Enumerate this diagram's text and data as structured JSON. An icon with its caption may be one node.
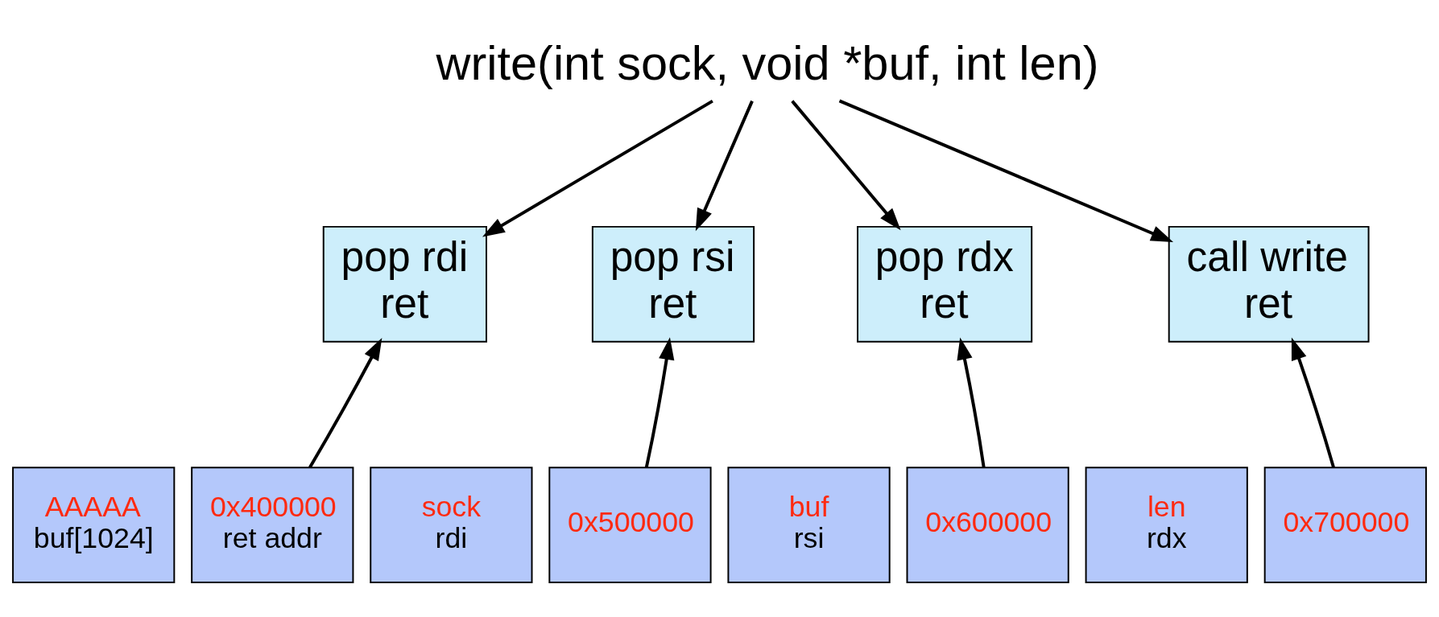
{
  "diagram": {
    "nodes": [
      {
        "text": [
          "write(int sock, void *buf, int len)"
        ]
      },
      {
        "text": [
          "pop rdi",
          "ret"
        ]
      },
      {
        "text": [
          "pop rsi",
          "ret"
        ]
      },
      {
        "text": [
          "pop rdx",
          "ret"
        ]
      },
      {
        "text": [
          "call write",
          "ret"
        ]
      },
      {
        "text": [
          "AAAAA",
          "buf[1024]"
        ]
      },
      {
        "text": [
          "0x400000",
          "ret addr"
        ]
      },
      {
        "text": [
          "sock",
          "rdi"
        ]
      },
      {
        "text": [
          "0x500000"
        ]
      },
      {
        "text": [
          "buf",
          "rsi"
        ]
      },
      {
        "text": [
          "0x600000"
        ]
      },
      {
        "text": [
          "len",
          "rdx"
        ]
      },
      {
        "text": [
          "0x700000"
        ]
      }
    ],
    "edges": [
      {
        "from": 0,
        "to": 1,
        "arrow": "to"
      },
      {
        "from": 0,
        "to": 2,
        "arrow": "to"
      },
      {
        "from": 0,
        "to": 3,
        "arrow": "to"
      },
      {
        "from": 0,
        "to": 4,
        "arrow": "to"
      },
      {
        "from": 6,
        "to": 1,
        "arrow": "to"
      },
      {
        "from": 8,
        "to": 2,
        "arrow": "to"
      },
      {
        "from": 10,
        "to": 3,
        "arrow": "to"
      },
      {
        "from": 12,
        "to": 4,
        "arrow": "to"
      }
    ]
  }
}
